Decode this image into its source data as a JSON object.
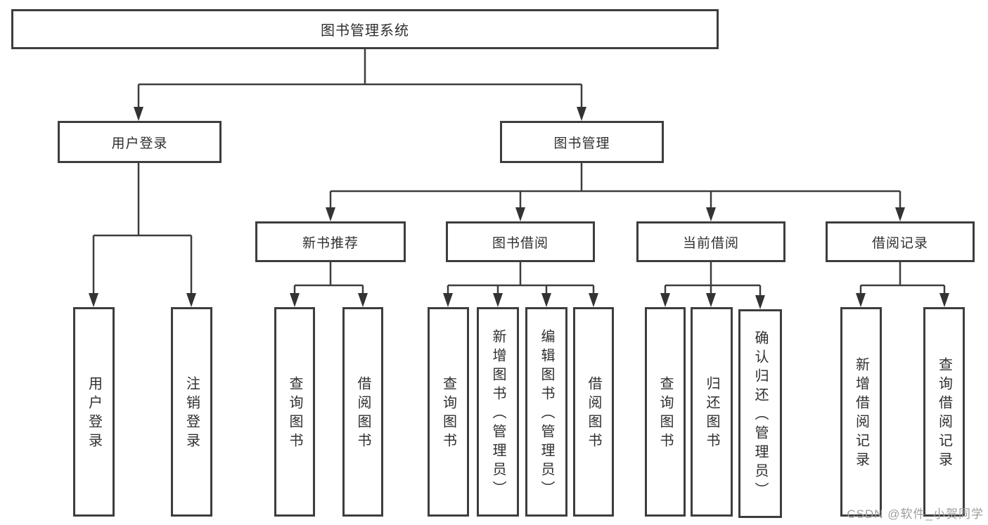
{
  "diagram": {
    "title": "图书管理系统",
    "branches": [
      {
        "label": "用户登录",
        "children": [
          "用户登录",
          "注销登录"
        ]
      },
      {
        "label": "图书管理",
        "modules": [
          {
            "label": "新书推荐",
            "children": [
              "查询图书",
              "借阅图书"
            ]
          },
          {
            "label": "图书借阅",
            "children": [
              "查询图书",
              "新增图书（管理员）",
              "编辑图书（管理员）",
              "借阅图书"
            ]
          },
          {
            "label": "当前借阅",
            "children": [
              "查询图书",
              "归还图书",
              "确认归还（管理员）"
            ]
          },
          {
            "label": "借阅记录",
            "children": [
              "新增借阅记录",
              "查询借阅记录"
            ]
          }
        ]
      }
    ]
  },
  "watermark": {
    "text": "CSDN @软件_小贺同学"
  },
  "colors": {
    "line": "#3d3d3d",
    "box_border": "#3d3d3d",
    "box_fill": "#ffffff",
    "text": "#2f2f2f",
    "watermark": "#9e9e9e"
  }
}
